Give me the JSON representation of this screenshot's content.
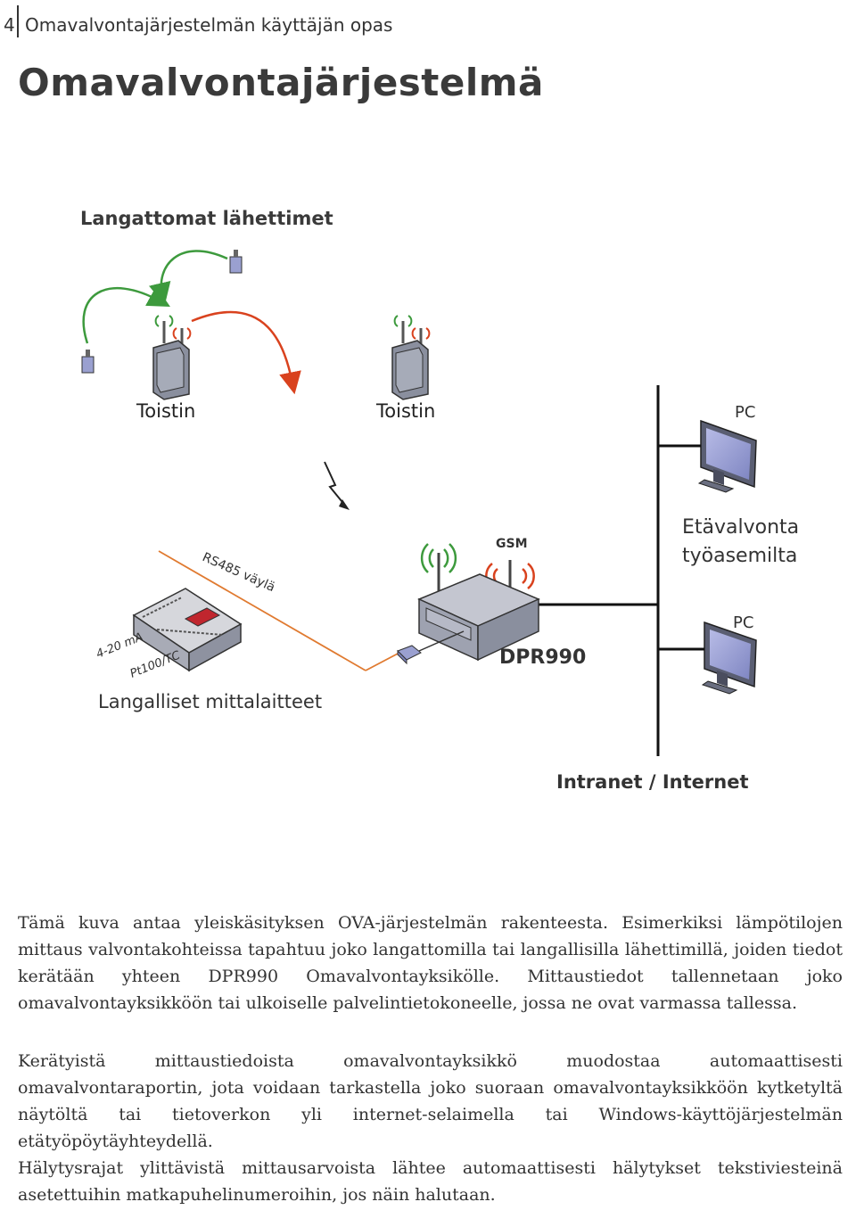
{
  "header": {
    "page_number": "4",
    "running_title": "Omavalvontajärjestelmän käyttäjän opas"
  },
  "page_title": "Omavalvontajärjestelmä",
  "diagram": {
    "wireless_transmitters_label": "Langattomat lähettimet",
    "repeater_1_label": "Toistin",
    "repeater_2_label": "Toistin",
    "pc_top_label": "PC",
    "pc_bottom_label": "PC",
    "gsm_label": "GSM",
    "remote_label_line1": "Etävalvonta",
    "remote_label_line2": "työasemilta",
    "bus_label": "RS485 väylä",
    "input_label_1": "4-20 mA",
    "input_label_2": "Pt100/TC",
    "dpr_label": "DPR990",
    "wired_devices_label": "Langalliset mittalaitteet",
    "network_label": "Intranet / Internet",
    "colors": {
      "green": "#3d9a3d",
      "red": "#d9421e",
      "orange": "#e07a30",
      "gray": "#8a8f9e",
      "screen": "#9aa0d0"
    }
  },
  "paragraphs": [
    "Tämä kuva antaa yleiskäsityksen OVA-järjestelmän rakenteesta. Esimerkiksi lämpötilojen mittaus valvontakohteissa tapahtuu joko langattomilla tai langallisilla lähettimillä, joiden tiedot kerätään yhteen DPR990 Omavalvontayksikölle. Mittaustiedot tallennetaan joko omavalvontayksikköön tai ulkoiselle palvelintietokoneelle, jossa ne ovat varmassa tallessa.",
    "Kerätyistä mittaustiedoista omavalvontayksikkö muodostaa automaattisesti omavalvontaraportin, jota voidaan tarkastella joko suoraan omavalvontayksikköön kytketyltä näytöltä tai tietoverkon yli internet-selaimella tai Windows-käyttöjärjestelmän etätyöpöytäyhteydellä.",
    "Hälytysrajat ylittävistä mittausarvoista lähtee automaattisesti hälytykset tekstiviesteinä asetettuihin matkapuhelinumeroihin, jos näin halutaan."
  ]
}
